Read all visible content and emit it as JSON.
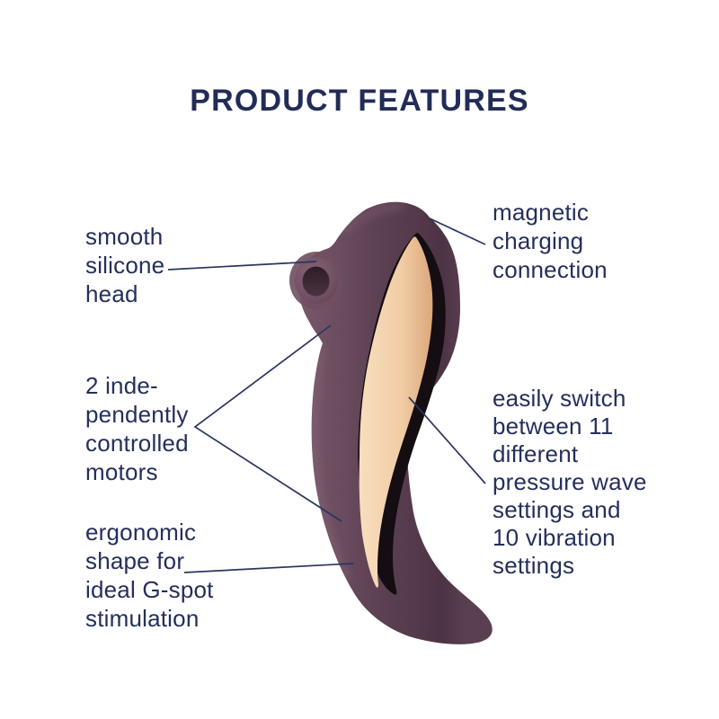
{
  "title": "PRODUCT FEATURES",
  "callouts": {
    "silicone_head": {
      "label": "smooth\nsilicone\nhead"
    },
    "motors": {
      "label": "2 inde-\npendently\ncontrolled\nmotors"
    },
    "ergonomic": {
      "label": "ergonomic\nshape for\nideal G-spot\nstimulation"
    },
    "charging": {
      "label": "magnetic\ncharging\nconnection"
    },
    "settings": {
      "label": "easily switch\nbetween 11\ndifferent\npressure wave\nsettings and\n10 vibration\nsettings"
    }
  },
  "colors": {
    "title_text": "#222c58",
    "label_text": "#242f5c",
    "callout_line": "#2a3560",
    "device_body_purple": "#5e4254",
    "device_inlay_cream": "#f2d0a6",
    "inlay_recess_black": "#140d12",
    "suction_opening_dark": "#35222f",
    "background": "#ffffff"
  }
}
